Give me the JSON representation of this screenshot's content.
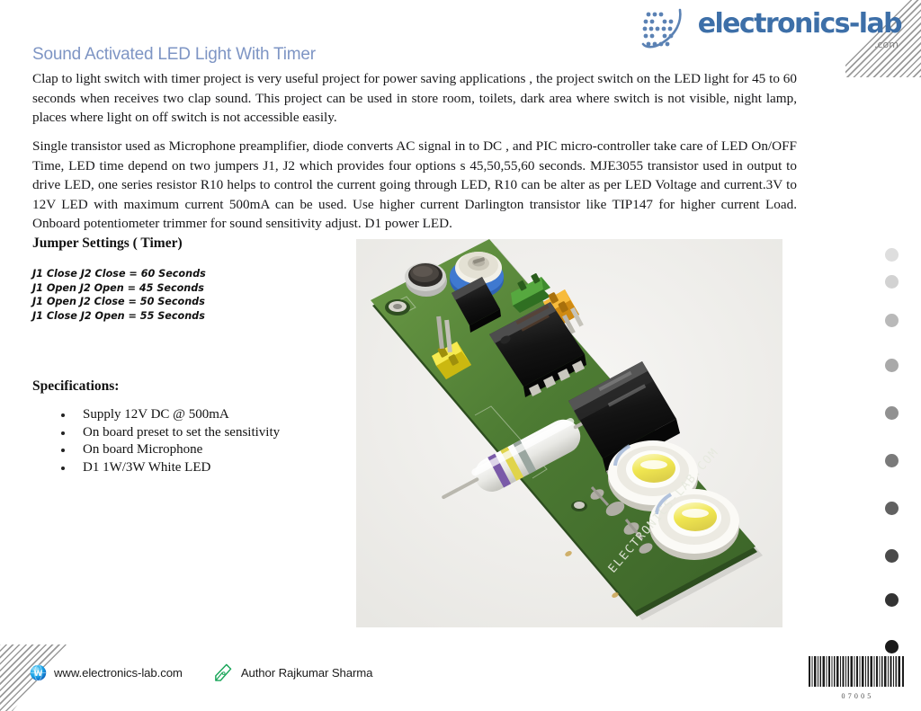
{
  "document": {
    "title": "Sound Activated LED Light With Timer",
    "title_color": "#7e95c4"
  },
  "logo": {
    "word": "electronics-lab",
    "tld": ".com",
    "brand_color": "#3d6fa8",
    "mark_icon": "dot-grid-swoosh-icon"
  },
  "body": {
    "paragraph_1": "Clap to light switch with timer project is very useful project for power saving applications , the project switch on the LED light for 45 to 60 seconds when receives two clap sound. This project can be used in store room, toilets, dark area where switch is not visible, night lamp, places where light on off switch is not accessible easily.",
    "paragraph_2": " Single transistor used as Microphone preamplifier, diode converts AC signal in to DC , and PIC micro-controller take care of LED On/OFF Time, LED  time  depend on two jumpers J1, J2 which provides four options s 45,50,55,60 seconds. MJE3055 transistor used in output to drive LED, one series resistor R10 helps to control the current going through LED, R10 can be alter as per LED Voltage and current.3V to 12V LED with maximum current 500mA can be used. Use higher current Darlington transistor like TIP147 for higher current Load. Onboard potentiometer trimmer for sound sensitivity adjust. D1  power LED."
  },
  "jumper_settings": {
    "heading": "Jumper Settings ( Timer)",
    "items": [
      "J1 Close J2 Close = 60 Seconds",
      "J1 Open J2 Open = 45 Seconds",
      "J1 Open J2 Close = 50 Seconds",
      "J1 Close J2 Open = 55 Seconds"
    ]
  },
  "specifications": {
    "heading": "Specifications:",
    "items": [
      "Supply 12V DC @ 500mA",
      "On board preset to set the sensitivity",
      "On board Microphone",
      "D1 1W/3W White LED"
    ]
  },
  "photo": {
    "alt": "Assembled sound activated LED light PCB",
    "silkscreen_text": "ELECTRONICS-LAB.COM",
    "board_color": "#4e7a35",
    "background_color": "#f2f1ef"
  },
  "dot_column": {
    "colors": [
      "#dedede",
      "#d2d2d2",
      "#b9b9b9",
      "#a9a9a9",
      "#919191",
      "#7a7a7a",
      "#616161",
      "#4a4a4a",
      "#333333",
      "#1a1a1a"
    ]
  },
  "footer": {
    "url": "www.electronics-lab.com",
    "url_icon": "globe-icon",
    "author": "Author Rajkumar Sharma",
    "author_icon": "pen-nib-icon"
  },
  "barcode": {
    "number": "07005"
  }
}
